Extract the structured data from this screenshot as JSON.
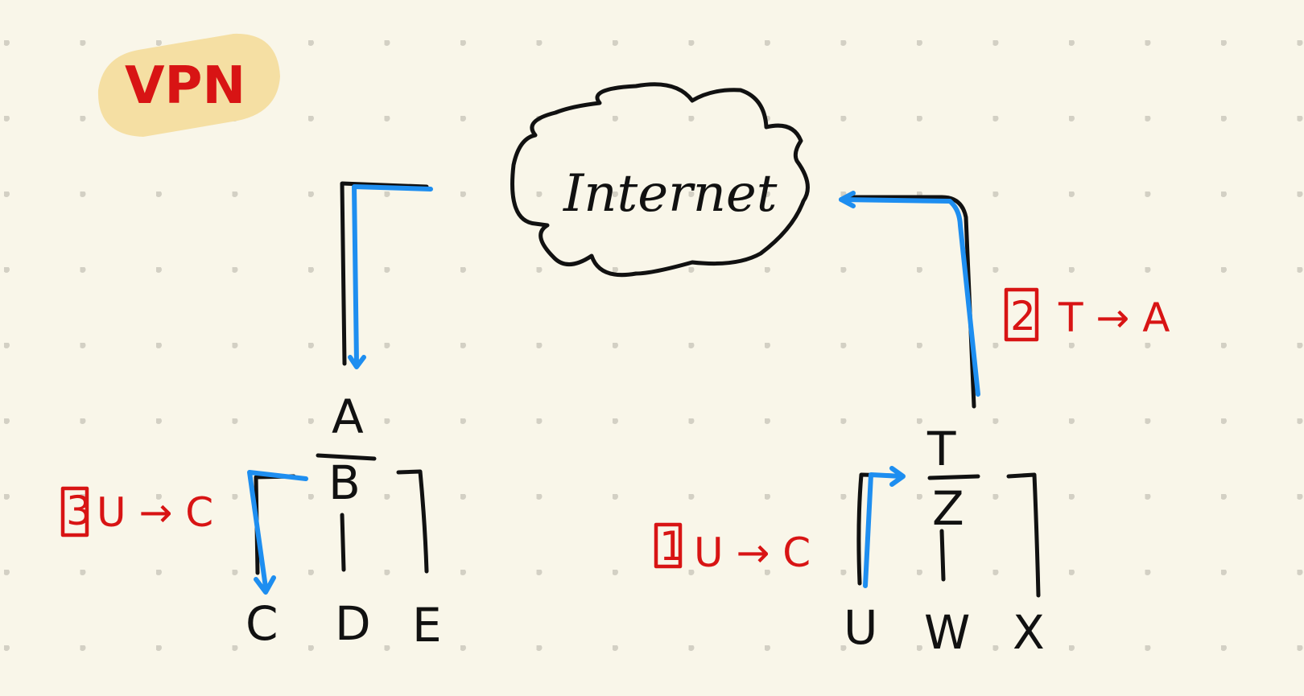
{
  "title_tag": {
    "text": "VPN",
    "color": "#f5dfa3"
  },
  "cloud": {
    "label": "Internet"
  },
  "left_tree": {
    "root": "A",
    "child": "B",
    "leaves": [
      "C",
      "D",
      "E"
    ]
  },
  "right_tree": {
    "root": "T",
    "child": "Z",
    "leaves": [
      "U",
      "W",
      "X"
    ]
  },
  "annotations": [
    {
      "step": "1",
      "text": "U → C"
    },
    {
      "step": "2",
      "text": "T → A"
    },
    {
      "step": "3",
      "text": "U → C"
    }
  ],
  "colors": {
    "ink": "#111111",
    "path": "#1e8ef0",
    "annotation": "#d81414",
    "background": "#f9f6e9"
  }
}
